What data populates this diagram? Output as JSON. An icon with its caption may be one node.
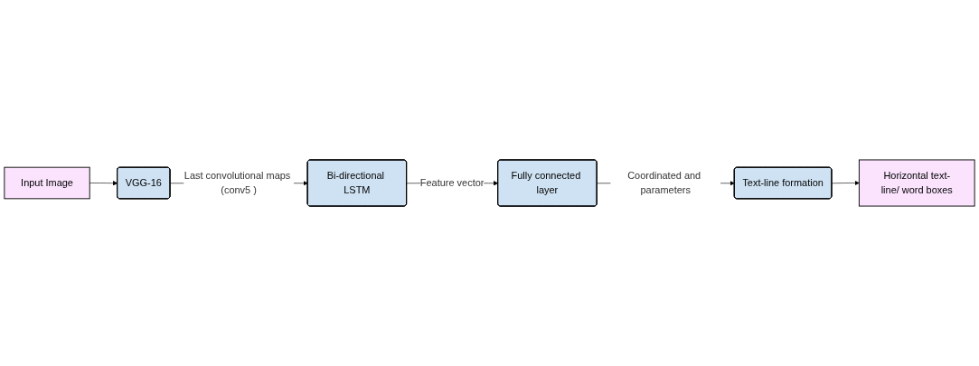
{
  "diagram": {
    "nodes": [
      {
        "text": [
          "Input Image"
        ]
      },
      {
        "text": [
          "VGG-16"
        ]
      },
      {
        "text": [
          "Bi-directional LSTM"
        ]
      },
      {
        "text": [
          "Fully connected layer"
        ]
      },
      {
        "text": [
          "Text-line formation"
        ]
      },
      {
        "text": [
          "Horizontal text-line/ word boxes"
        ]
      }
    ],
    "edges": [
      {
        "from": 0,
        "to": 1,
        "arrow": "to"
      },
      {
        "from": 1,
        "to": 2,
        "arrow": "to",
        "label": "Last convolutional maps (conv5 )"
      },
      {
        "from": 2,
        "to": 3,
        "arrow": "to",
        "label": "Feature vector"
      },
      {
        "from": 3,
        "to": 4,
        "arrow": "to",
        "label": "Coordinated and parameters"
      },
      {
        "from": 4,
        "to": 5,
        "arrow": "to"
      }
    ]
  }
}
